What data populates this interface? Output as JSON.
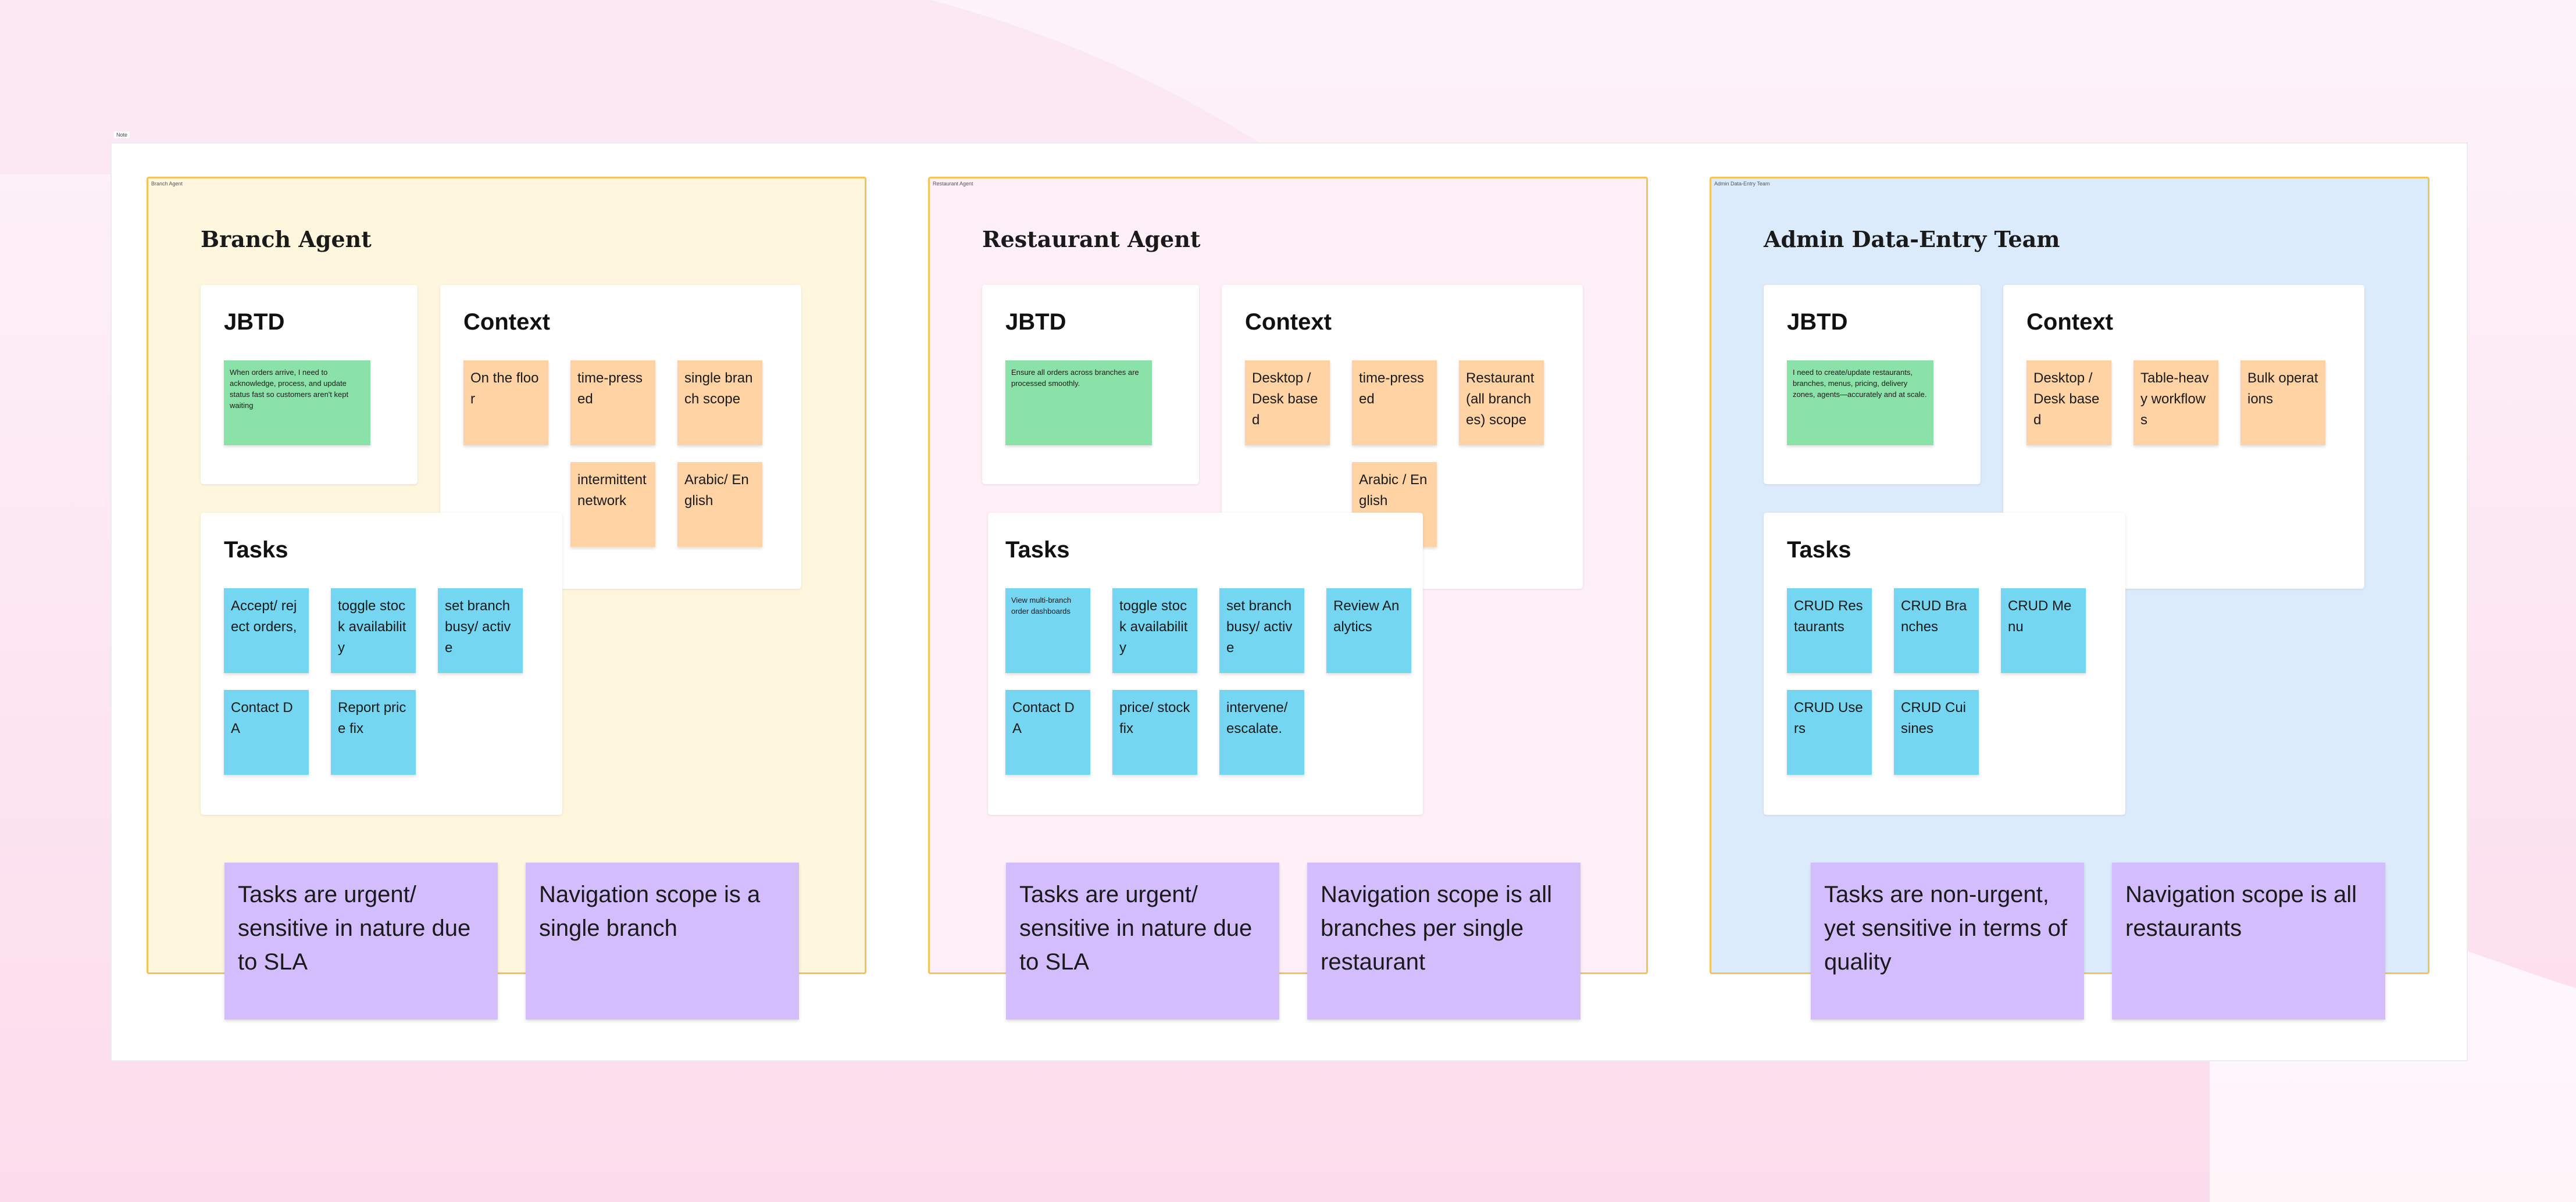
{
  "board": {
    "tag": "Note"
  },
  "colors": {
    "section_fill": [
      "#fff6de",
      "#fff0f7",
      "#dcebfc"
    ],
    "section_border": "#f2c45a",
    "jbtd_sticky": "#8ae2a8",
    "context_sticky": "#ffd3a3",
    "task_sticky": "#74d6f0",
    "insight_sticky": "#d3bdfd"
  },
  "sections": [
    {
      "tag": "Branch Agent",
      "title": "Branch Agent",
      "jbtd": {
        "title": "JBTD",
        "note": "When orders arrive, I need to acknowledge, process, and update status fast so customers aren't kept waiting"
      },
      "context": {
        "title": "Context",
        "notes": [
          "On the floor",
          "time-pressed",
          "single branch scope",
          "intermittent network",
          "Arabic/ English"
        ]
      },
      "tasks": {
        "title": "Tasks",
        "notes": [
          "Accept/ reject orders,",
          "toggle stock availability",
          "set branch busy/ active",
          "Contact DA",
          "Report price fix"
        ]
      },
      "insights": [
        "Tasks are urgent/ sensitive in nature due to SLA",
        "Navigation scope is a single branch"
      ]
    },
    {
      "tag": "Restaurant Agent",
      "title": "Restaurant Agent",
      "jbtd": {
        "title": "JBTD",
        "note": "Ensure all orders across branches are processed smoothly."
      },
      "context": {
        "title": "Context",
        "notes": [
          "Desktop / Desk based",
          "time-pressed",
          "Restaurant (all branches) scope",
          "Arabic / English"
        ]
      },
      "tasks": {
        "title": "Tasks",
        "notes": [
          "View multi-branch order dashboards",
          "toggle stock availability",
          "set branch busy/ active",
          "Review Analytics",
          "Contact DA",
          "price/ stock fix",
          "intervene/ escalate."
        ]
      },
      "insights": [
        "Tasks are urgent/ sensitive in nature due to SLA",
        "Navigation scope is all branches per single restaurant"
      ]
    },
    {
      "tag": "Admin Data-Entry Team",
      "title": "Admin Data-Entry Team",
      "jbtd": {
        "title": "JBTD",
        "note": "I need to create/update restaurants, branches, menus, pricing, delivery zones, agents—accurately and at scale."
      },
      "context": {
        "title": "Context",
        "notes": [
          "Desktop / Desk based",
          "Table-heavy workflows",
          "Bulk operations"
        ]
      },
      "tasks": {
        "title": "Tasks",
        "notes": [
          "CRUD Restaurants",
          "CRUD Branches",
          "CRUD Menu",
          "CRUD Users",
          "CRUD Cuisines"
        ]
      },
      "insights": [
        "Tasks are non-urgent, yet sensitive in terms of quality",
        "Navigation scope is all restaurants"
      ]
    }
  ]
}
